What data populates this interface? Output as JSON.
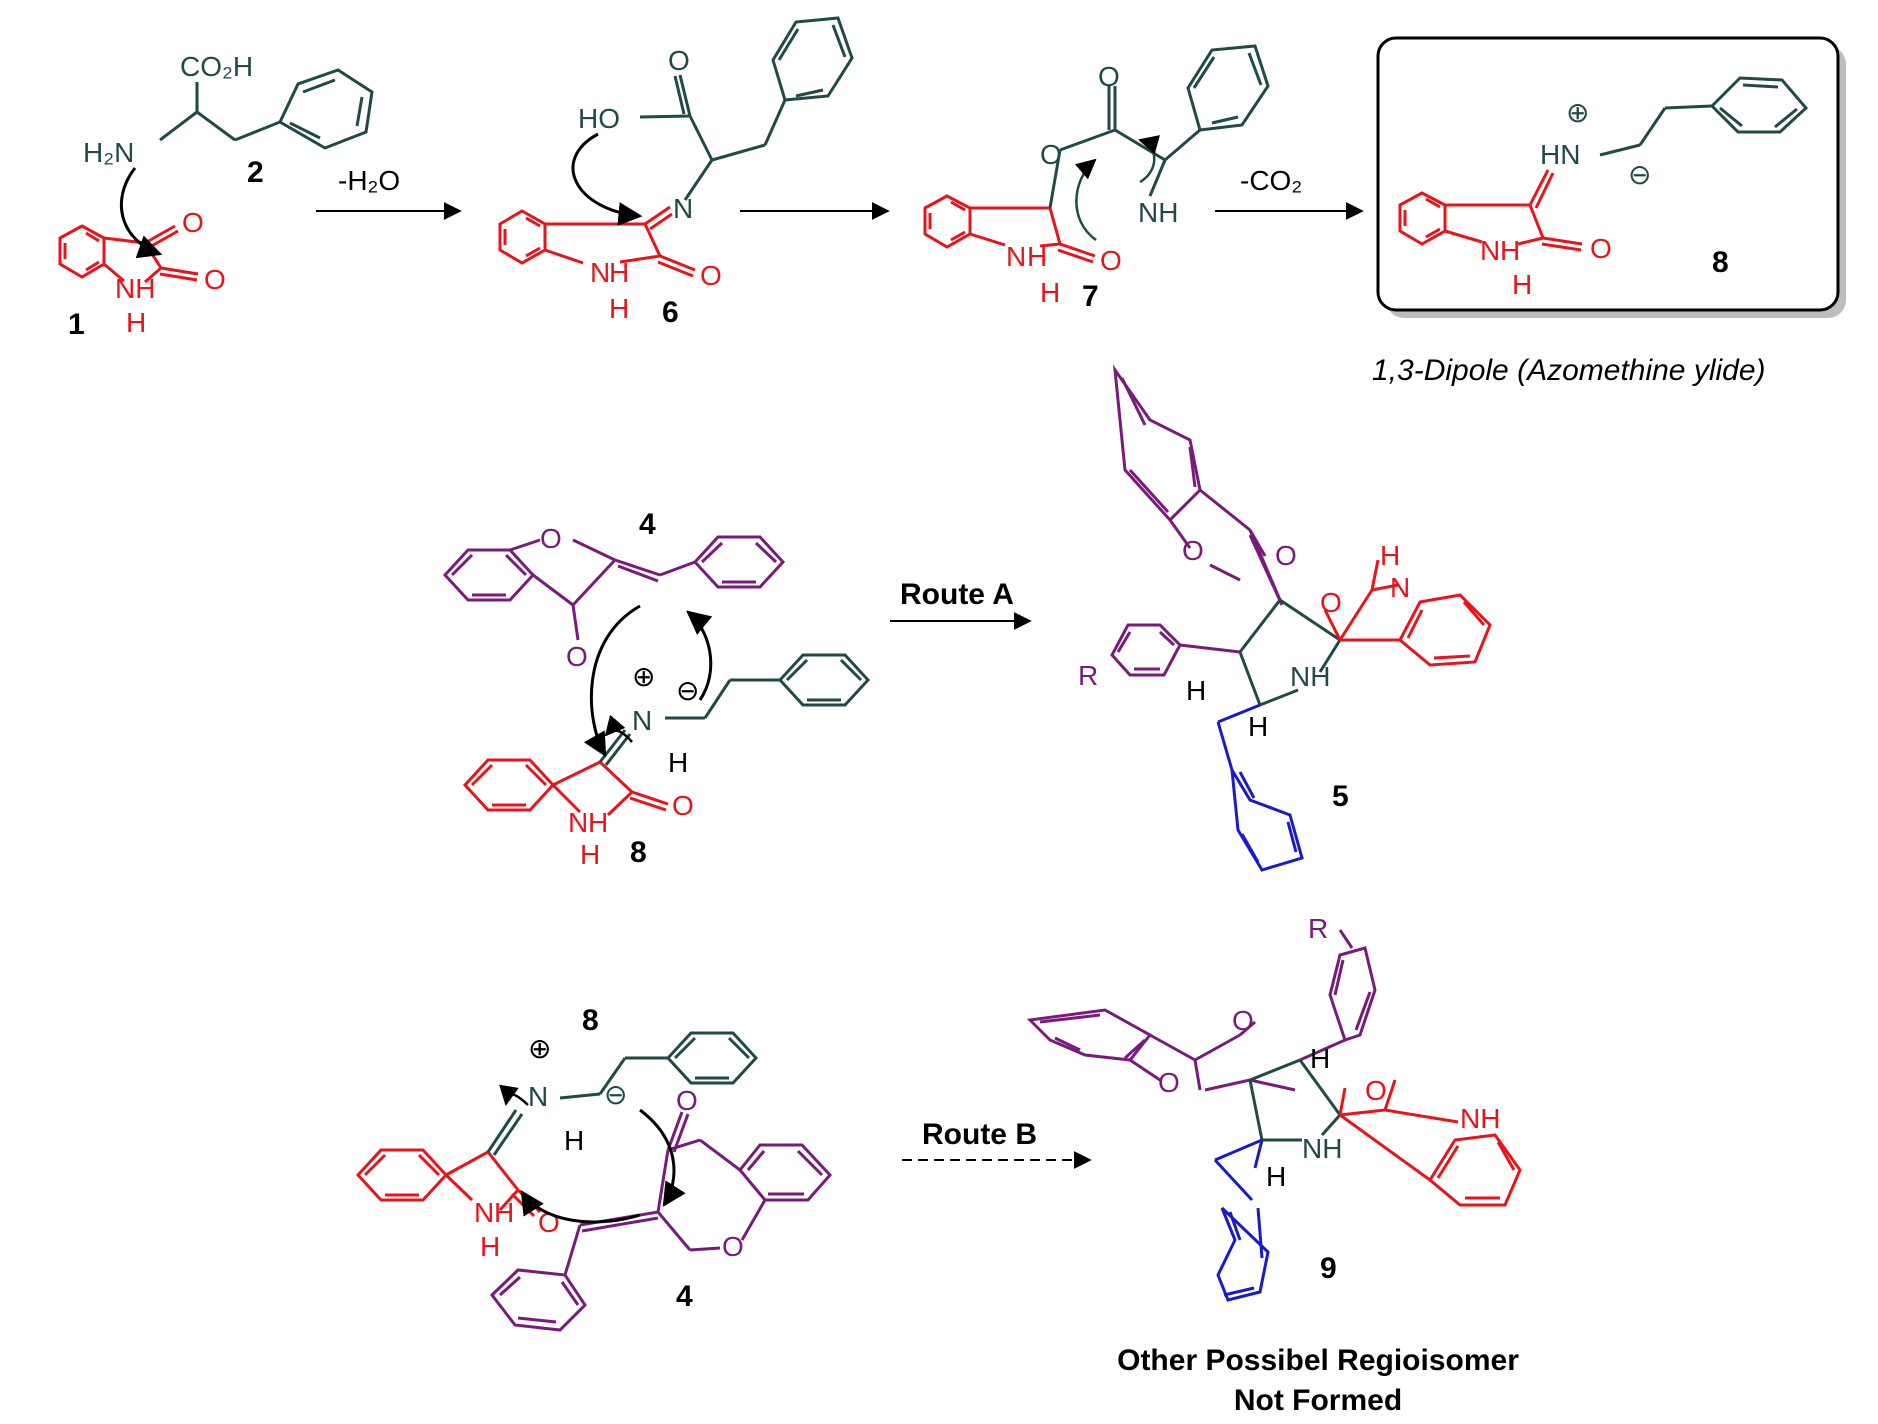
{
  "scheme": {
    "colors": {
      "isatin": "#e8141b",
      "amino_acid": "#1f4a45",
      "chromanone": "#7a1a7a",
      "benzyl": "#1a1ac8",
      "arrow": "#000000"
    },
    "compound_labels": {
      "c1": "1",
      "c2": "2",
      "c6": "6",
      "c7": "7",
      "c8_top": "8",
      "c4_a": "4",
      "c8_a": "8",
      "c5": "5",
      "c8_b": "8",
      "c4_b": "4",
      "c9": "9"
    },
    "arrows": {
      "step1": "-H₂O",
      "step3": "-CO₂",
      "route_a": "Route A",
      "route_b": "Route B"
    },
    "captions": {
      "dipole": "1,3-Dipole (Azomethine ylide)",
      "regio_line1": "Other Possibel Regioisomer",
      "regio_line2": "Not Formed"
    },
    "atoms": {
      "co2h": "CO₂H",
      "h2n": "H₂N",
      "ho": "HO",
      "o": "O",
      "n": "N",
      "nh": "NH",
      "h": "H",
      "hn": "HN",
      "r": "R",
      "plus": "⊕",
      "minus": "⊖"
    }
  }
}
